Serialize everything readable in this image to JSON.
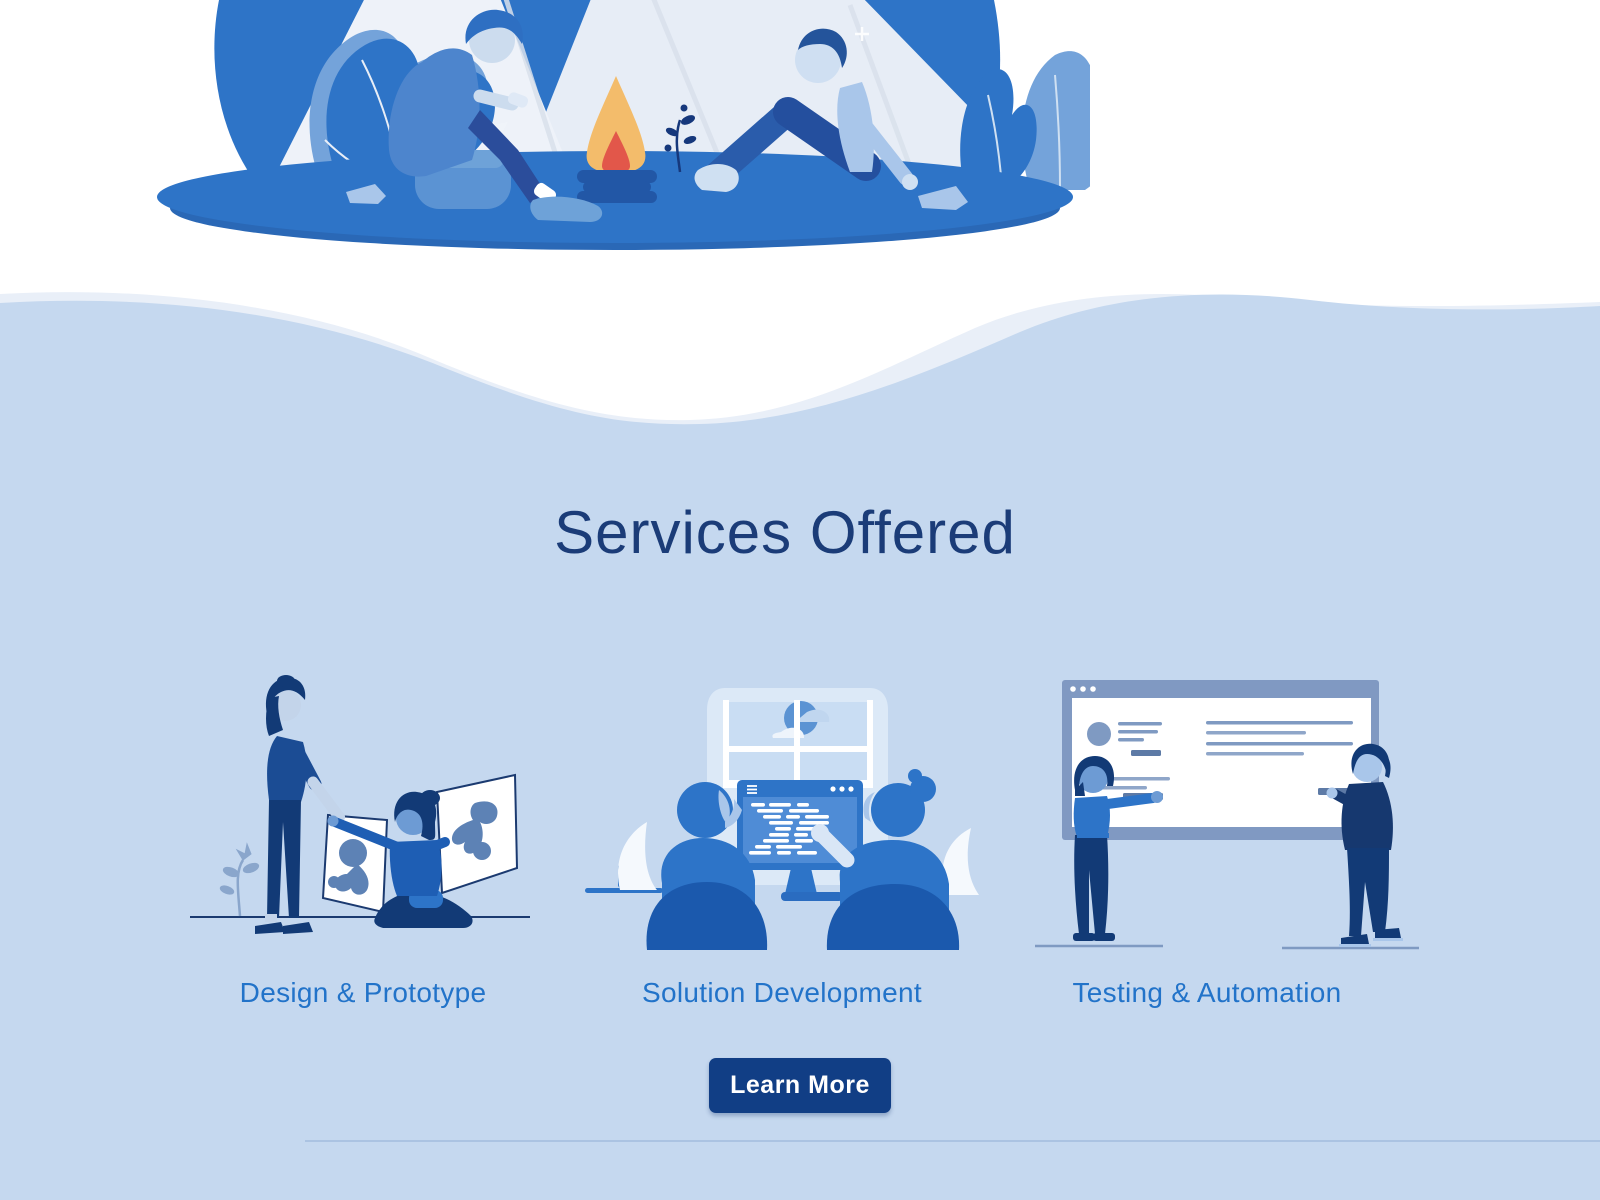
{
  "page": {
    "background_color": "#ffffff",
    "section_background_color": "#c5d8ef",
    "wave_secondary_color": "#e9eff8"
  },
  "hero": {
    "illustration": "camping-scene-two-people-by-campfire-with-tents",
    "flame_outer_color": "#f3bc6b",
    "flame_inner_color": "#e2574a",
    "primary_blue": "#2e74c7"
  },
  "services": {
    "heading": "Services Offered",
    "heading_color": "#1b3c78",
    "label_color": "#2273c9",
    "items": [
      {
        "label": "Design & Prototype",
        "illustration": "two-designers-with-artboards"
      },
      {
        "label": "Solution Development",
        "illustration": "two-developers-at-monitor-with-code"
      },
      {
        "label": "Testing & Automation",
        "illustration": "two-testers-at-large-browser-board"
      }
    ],
    "cta_label": "Learn More",
    "cta_color": "#113e85"
  }
}
